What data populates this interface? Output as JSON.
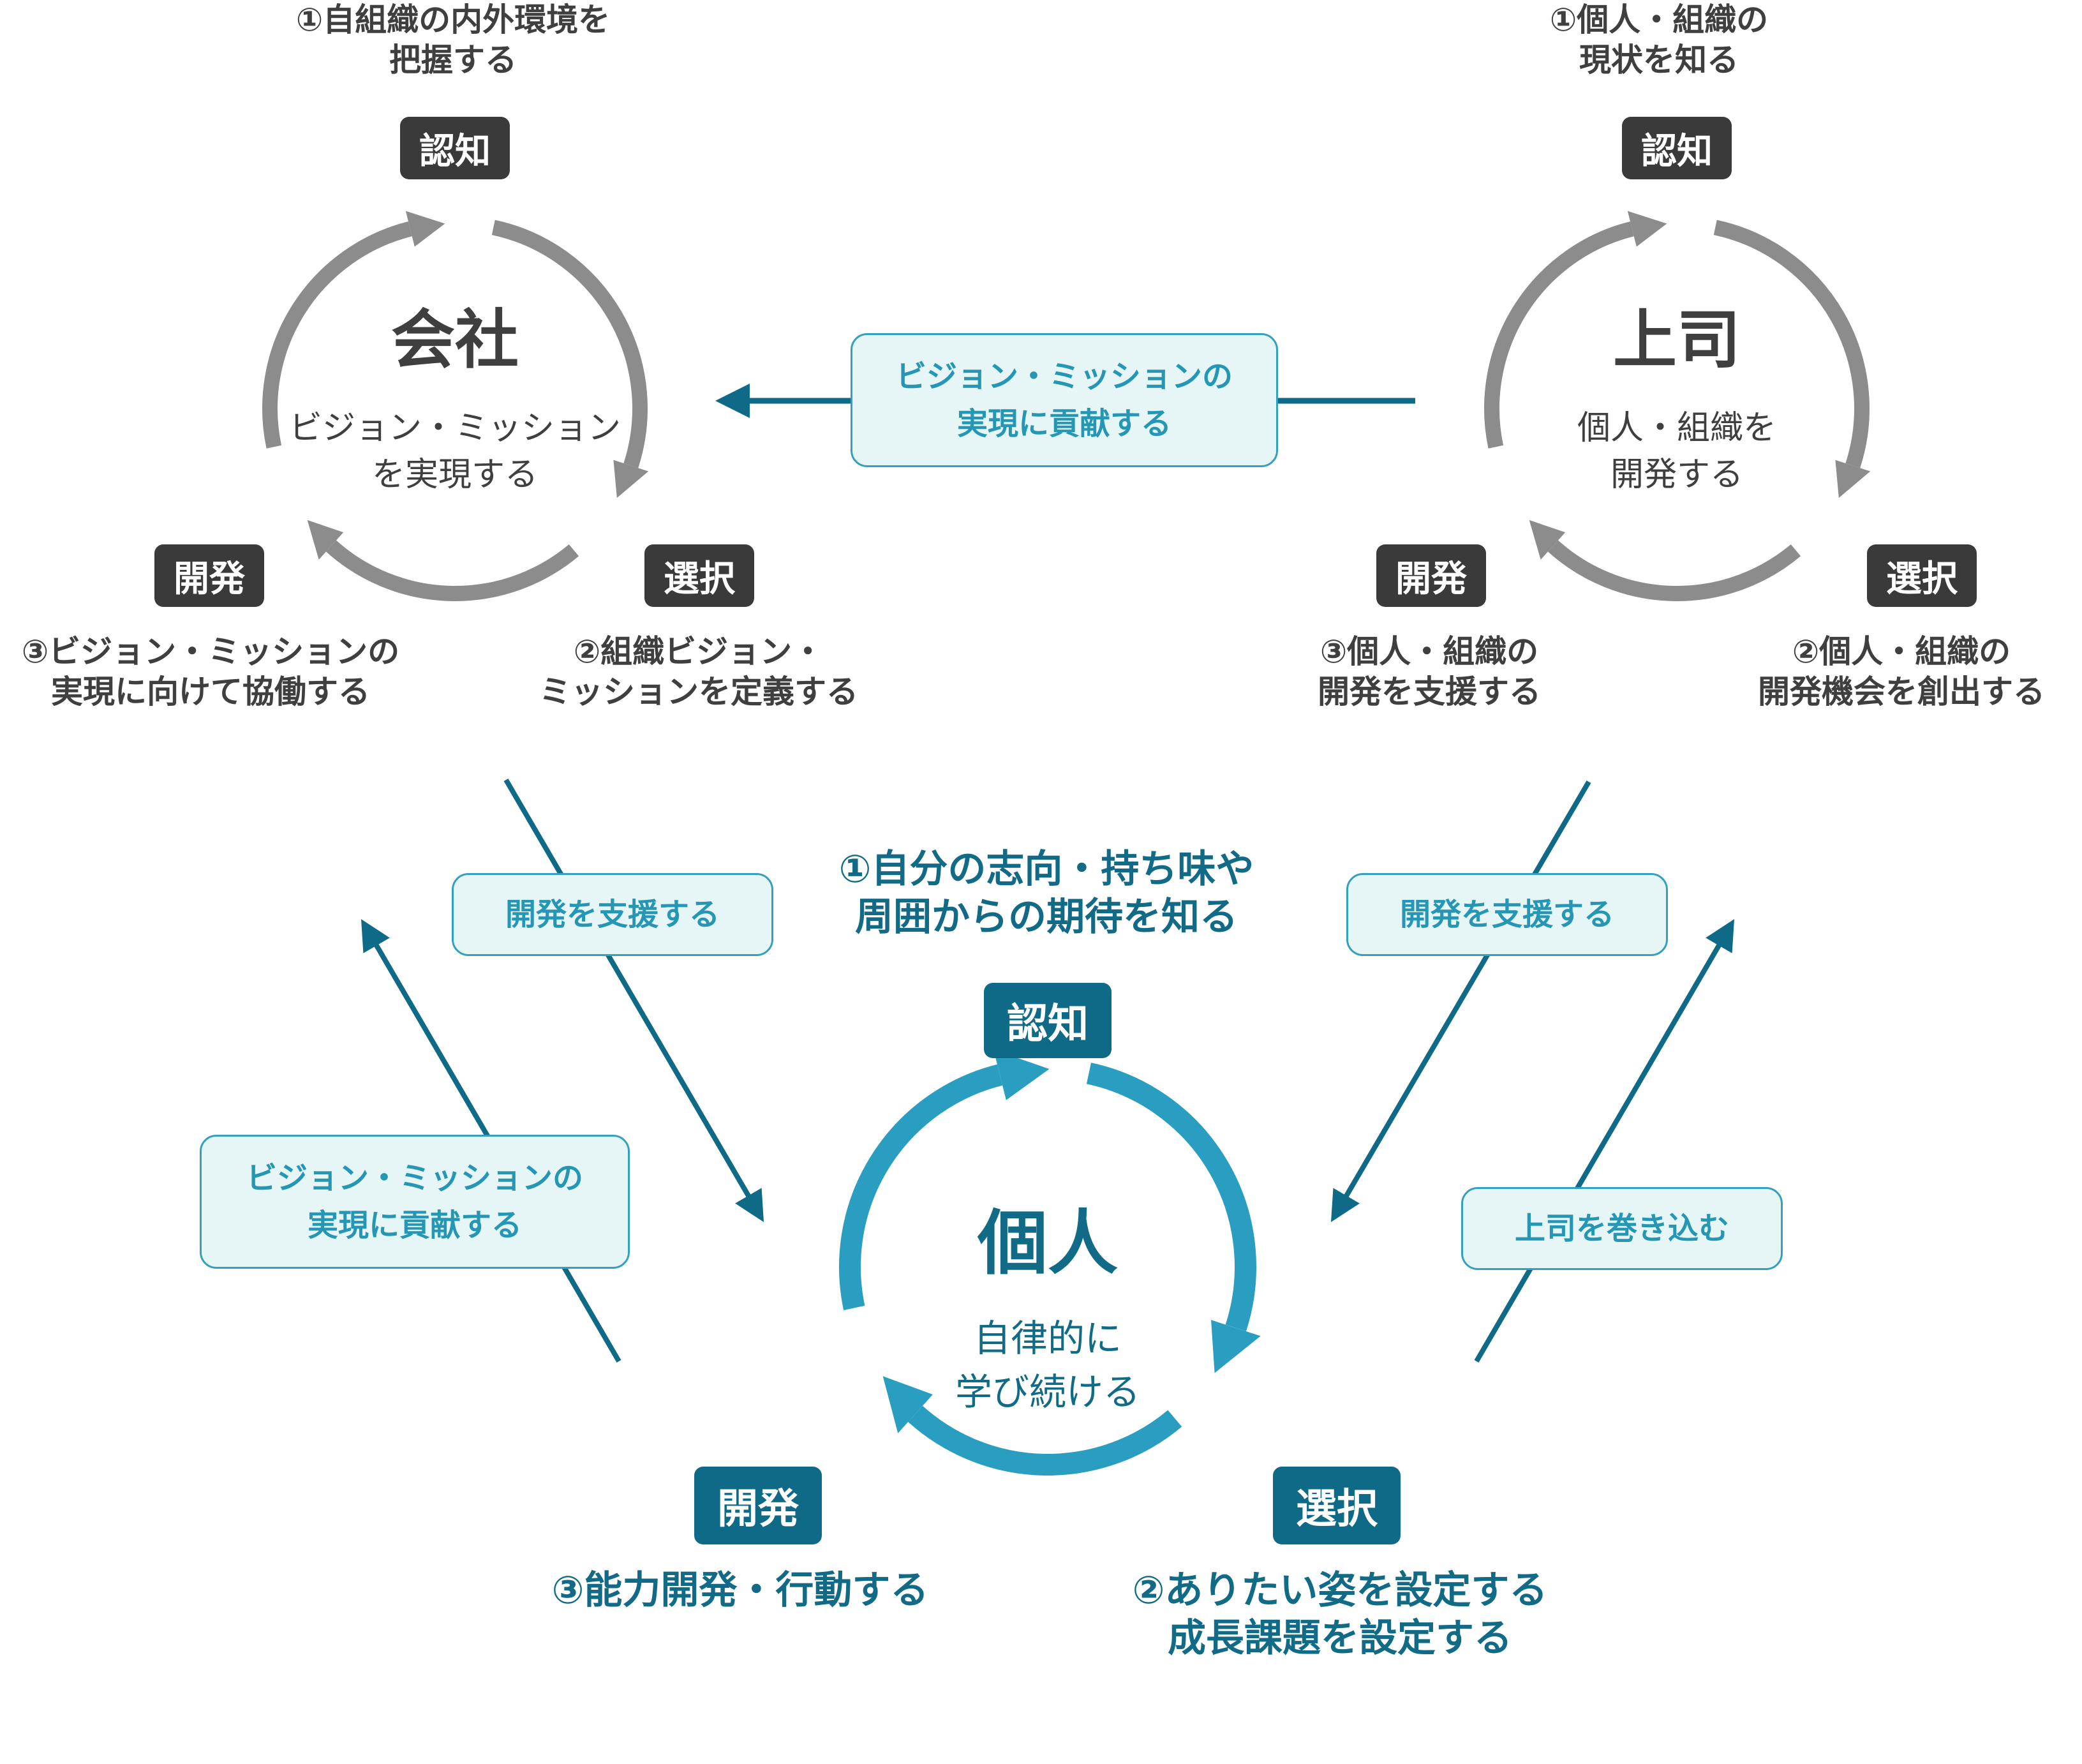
{
  "company": {
    "title": "会社",
    "desc": [
      "ビジョン・ミッション",
      "を実現する"
    ],
    "recognize_badge": "認知",
    "select_badge": "選択",
    "develop_badge": "開発",
    "step1": [
      "①自組織の内外環境を",
      "把握する"
    ],
    "step2": [
      "②組織ビジョン・",
      "ミッションを定義する"
    ],
    "step3": [
      "③ビジョン・ミッションの",
      "実現に向けて協働する"
    ]
  },
  "boss": {
    "title": "上司",
    "desc": [
      "個人・組織を",
      "開発する"
    ],
    "recognize_badge": "認知",
    "select_badge": "選択",
    "develop_badge": "開発",
    "step1": [
      "①個人・組織の",
      "現状を知る"
    ],
    "step2": [
      "②個人・組織の",
      "開発機会を創出する"
    ],
    "step3": [
      "③個人・組織の",
      "開発を支援する"
    ]
  },
  "individual": {
    "title": "個人",
    "desc": [
      "自律的に",
      "学び続ける"
    ],
    "recognize_badge": "認知",
    "select_badge": "選択",
    "develop_badge": "開発",
    "step1": [
      "①自分の志向・持ち味や",
      "周囲からの期待を知る"
    ],
    "step2": [
      "②ありたい姿を設定する",
      "成長課題を設定する"
    ],
    "step3": "③能力開発・行動する"
  },
  "relations": {
    "boss_to_company": [
      "ビジョン・ミッションの",
      "実現に貢献する"
    ],
    "company_to_individual": "開発を支援する",
    "individual_to_company": [
      "ビジョン・ミッションの",
      "実現に貢献する"
    ],
    "boss_to_individual": "開発を支援する",
    "individual_to_boss": "上司を巻き込む"
  },
  "colors": {
    "gray_arrow": "#8c8c8c",
    "teal_cycle": "#2a9ec0",
    "teal_line": "#0e6a86",
    "dark_badge": "#3a3a3a"
  }
}
